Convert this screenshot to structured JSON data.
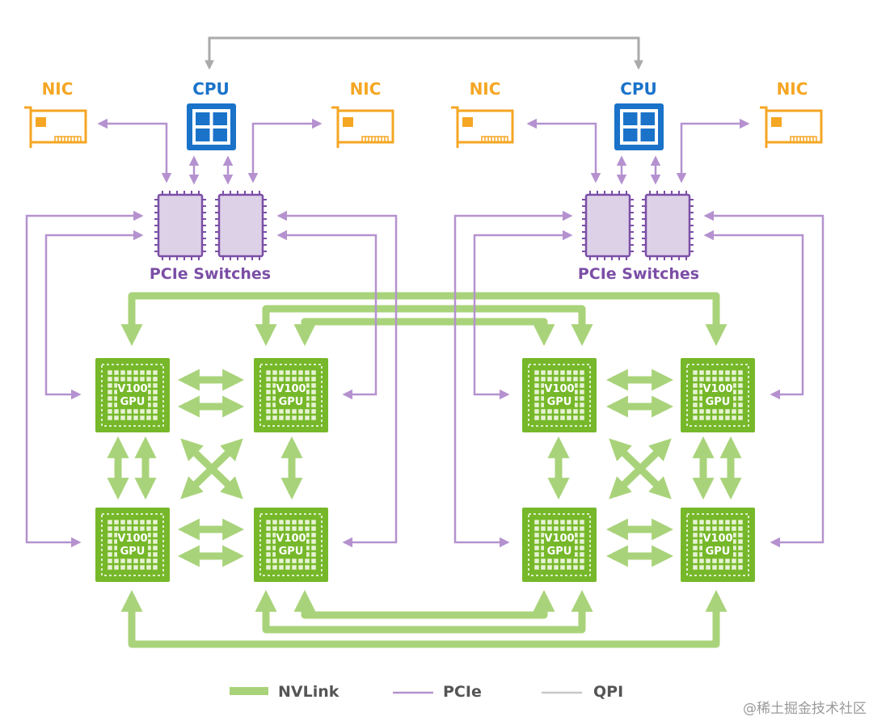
{
  "labels": {
    "nic": "NIC",
    "cpu": "CPU",
    "pcie_switches": "PCIe Switches",
    "gpu_line1": "V100",
    "gpu_line2": "GPU"
  },
  "legend": [
    {
      "label": "NVLink",
      "color": "#a9d37a"
    },
    {
      "label": "PCIe",
      "color": "#b592cf"
    },
    {
      "label": "QPI",
      "color": "#c8c8c8"
    }
  ],
  "watermark": "@稀土掘金技术社区",
  "colors": {
    "nvlink": "#a9d37a",
    "gpu": "#76b82a",
    "pcie": "#b592cf",
    "switch_fill": "#ddd1e8",
    "qpi": "#aaaaaa",
    "cpu": "#1a73c9",
    "nic": "#f5a623"
  }
}
